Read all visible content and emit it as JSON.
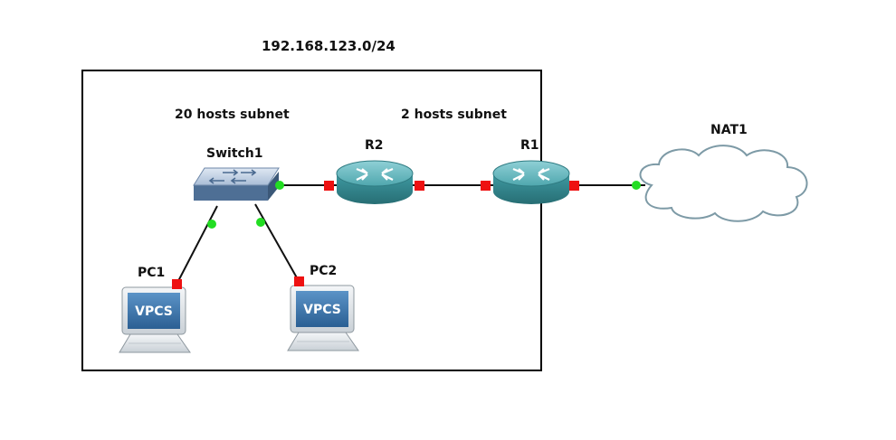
{
  "diagram": {
    "network_label": "192.168.123.0/24",
    "subnet_labels": {
      "left": "20 hosts subnet",
      "right": "2 hosts subnet"
    },
    "nodes": {
      "switch": {
        "name": "Switch1",
        "icon": "ethernet-switch-icon"
      },
      "r2": {
        "name": "R2",
        "icon": "router-icon"
      },
      "r1": {
        "name": "R1",
        "icon": "router-icon"
      },
      "nat": {
        "name": "NAT1",
        "icon": "cloud-icon"
      },
      "pc1": {
        "name": "PC1",
        "icon": "vpcs-pc-icon",
        "screen_text": "VPCS"
      },
      "pc2": {
        "name": "PC2",
        "icon": "vpcs-pc-icon",
        "screen_text": "VPCS"
      }
    },
    "colors": {
      "link_up_endpoint": "#22dd22",
      "link_down_endpoint": "#ee1111",
      "router_body": "#3a8f96",
      "switch_body": "#6f90b5",
      "pc_screen": "#2f6fa8",
      "boundary": "#000000"
    }
  }
}
